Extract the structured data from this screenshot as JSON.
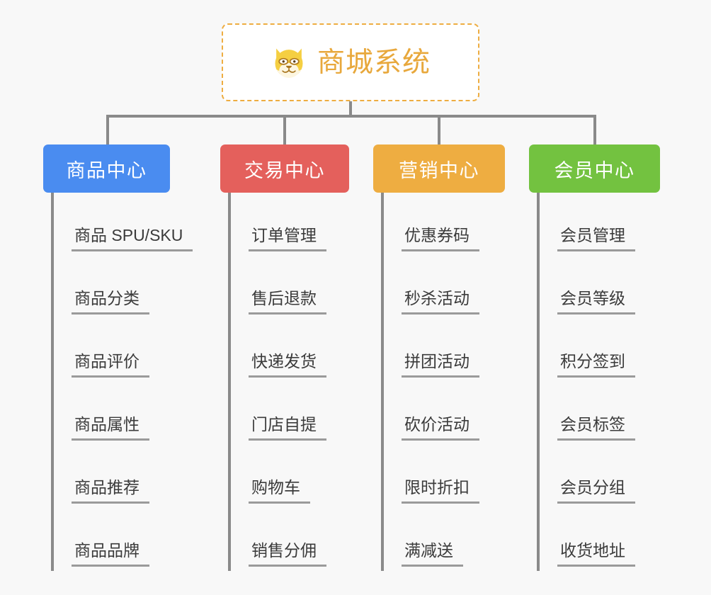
{
  "page": {
    "background_color": "#f8f8f8",
    "diagram_type": "mindmap-tree"
  },
  "root": {
    "title": "商城系统",
    "icon": "shiba-inu-face-icon",
    "text_color": "#e8a83c",
    "border_color": "#eead41",
    "fill_color": "#ffffff"
  },
  "connector": {
    "color": "#8a8a8a"
  },
  "branches": [
    {
      "label": "商品中心",
      "color": "#4a8cf0",
      "leaves": [
        "商品 SPU/SKU",
        "商品分类",
        "商品评价",
        "商品属性",
        "商品推荐",
        "商品品牌"
      ]
    },
    {
      "label": "交易中心",
      "color": "#e4605c",
      "leaves": [
        "订单管理",
        "售后退款",
        "快递发货",
        "门店自提",
        "购物车",
        "销售分佣"
      ]
    },
    {
      "label": "营销中心",
      "color": "#eead41",
      "leaves": [
        "优惠券码",
        "秒杀活动",
        "拼团活动",
        "砍价活动",
        "限时折扣",
        "满减送"
      ]
    },
    {
      "label": "会员中心",
      "color": "#73c240",
      "leaves": [
        "会员管理",
        "会员等级",
        "积分签到",
        "会员标签",
        "会员分组",
        "收货地址"
      ]
    }
  ]
}
